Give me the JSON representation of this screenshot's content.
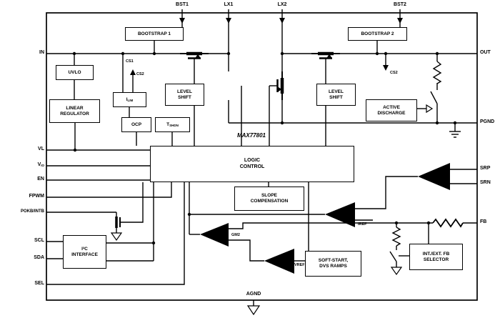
{
  "diagram": {
    "part_number": "MAX77801",
    "pins": {
      "top": [
        "BST1",
        "LX1",
        "LX2",
        "BST2"
      ],
      "left": [
        {
          "label": "IN"
        },
        {
          "label": "VL"
        },
        {
          "label": "V",
          "sub": "IO"
        },
        {
          "label": "EN"
        },
        {
          "label": "FPWM"
        },
        {
          "label": "POKB/INTB"
        },
        {
          "label": "SCL"
        },
        {
          "label": "SDA"
        },
        {
          "label": "SEL"
        }
      ],
      "right": [
        {
          "label": "OUT"
        },
        {
          "label": "PGND"
        },
        {
          "label": "SRP"
        },
        {
          "label": "SRN"
        },
        {
          "label": "FB"
        }
      ],
      "bottom": "AGND"
    },
    "blocks": {
      "bootstrap1": "BOOTSTRAP 1",
      "bootstrap2": "BOOTSTRAP 2",
      "uvlo": "UVLO",
      "linear_regulator": "LINEAR REGULATOR",
      "ilim": {
        "label": "I",
        "sub": "LIM"
      },
      "ocp": "OCP",
      "tshdn": {
        "label": "T",
        "sub": "SHDN"
      },
      "level_shift": "LEVEL SHIFT",
      "active_discharge": "ACTIVE DISCHARGE",
      "logic_control": "LOGIC CONTROL",
      "slope_compensation": "SLOPE COMPENSATION",
      "i2c_interface": "I²C INTERFACE",
      "soft_start": "SOFT-START, DVS RAMPS",
      "fb_selector": "INT./EXT. FB SELECTOR"
    },
    "amp_labels": {
      "gm2": "GM2",
      "iref": "IREF",
      "vref": "VREF"
    },
    "net_labels": {
      "cs1": "CS1",
      "cs2_left": "CS2",
      "cs2_right": "CS2"
    }
  }
}
